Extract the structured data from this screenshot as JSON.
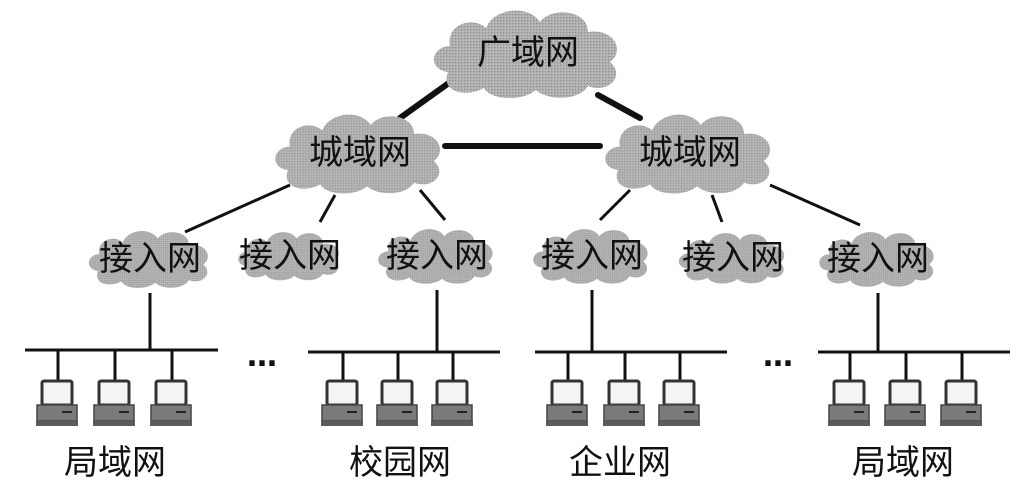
{
  "title": "Internet hierarchical structure diagram",
  "colors": {
    "cloud": "#a9a9a9",
    "line": "#111111",
    "background": "#ffffff"
  },
  "wan": {
    "label": "广域网"
  },
  "man": [
    {
      "label": "城域网"
    },
    {
      "label": "城域网"
    }
  ],
  "access": [
    {
      "label": "接入网",
      "parent": 0
    },
    {
      "label": "接入网",
      "parent": 0
    },
    {
      "label": "接入网",
      "parent": 0
    },
    {
      "label": "接入网",
      "parent": 1
    },
    {
      "label": "接入网",
      "parent": 1
    },
    {
      "label": "接入网",
      "parent": 1
    }
  ],
  "lans": [
    {
      "label": "局域网",
      "access": 0,
      "computers": 3
    },
    {
      "label": "校园网",
      "access": 2,
      "computers": 3
    },
    {
      "label": "企业网",
      "access": 3,
      "computers": 3
    },
    {
      "label": "局域网",
      "access": 5,
      "computers": 3
    }
  ],
  "ellipsis": [
    "…",
    "…"
  ]
}
